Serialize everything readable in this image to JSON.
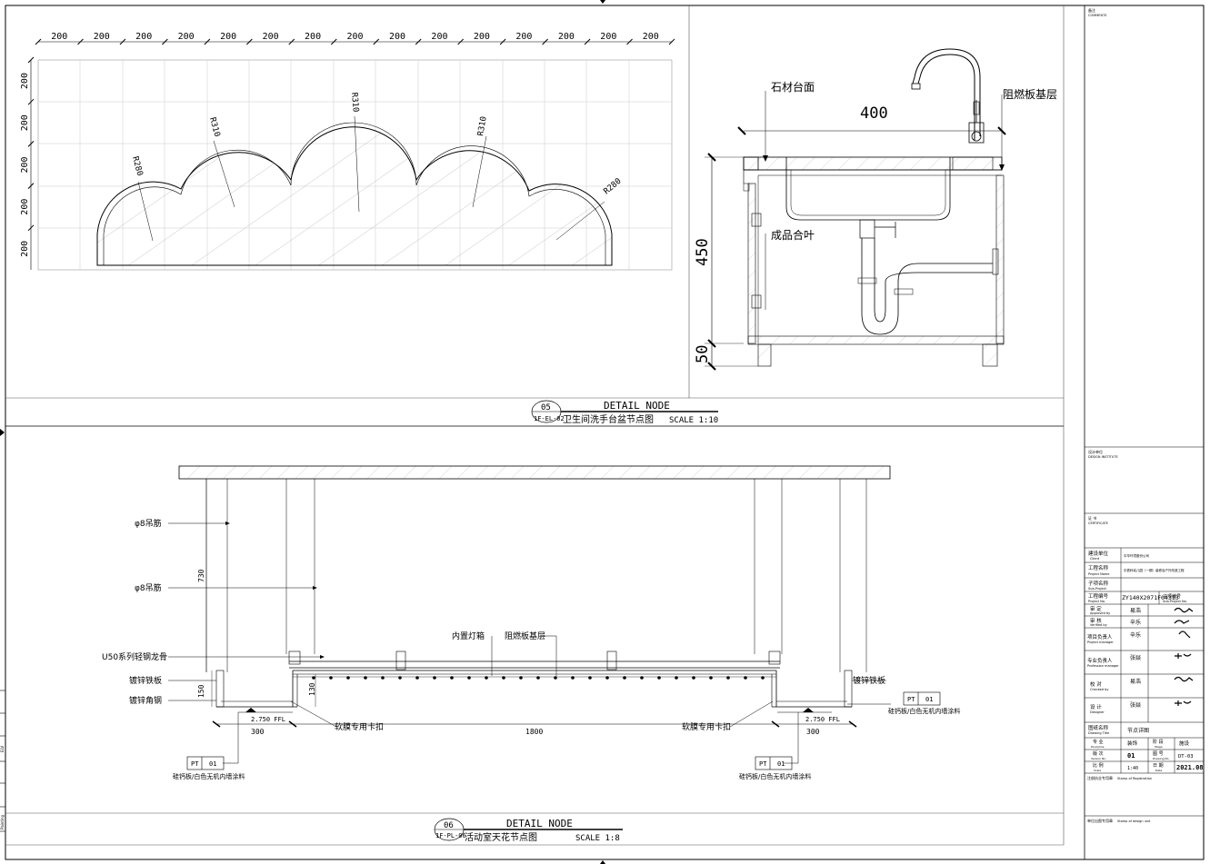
{
  "plan_dims": {
    "top_dims": [
      "200",
      "200",
      "200",
      "200",
      "200",
      "200",
      "200",
      "200",
      "200",
      "200",
      "200",
      "200",
      "200",
      "200",
      "200"
    ],
    "left_dims": [
      "200",
      "200",
      "200",
      "200",
      "200"
    ],
    "radii": [
      "R280",
      "R310",
      "R310",
      "R310",
      "R280"
    ]
  },
  "detail05": {
    "labels": {
      "stone_top": "石材台面",
      "fire_board": "阻燃板基层",
      "hinge": "成品合叶",
      "dim_400": "400",
      "dim_450": "450",
      "dim_50": "50"
    },
    "number": "05",
    "ref": "1F-EL-02",
    "heading": "DETAIL NODE",
    "title": "卫生间洗手台盆节点图",
    "scale": "SCALE 1:10"
  },
  "detail06": {
    "labels": {
      "rod1": "φ8吊筋",
      "rod2": "φ8吊筋",
      "keel": "U50系列轻钢龙骨",
      "galv_sheet_l": "镀锌铁板",
      "galv_angle": "镀锌角钢",
      "light_box": "内置灯箱",
      "fire_board": "阻燃板基层",
      "galv_sheet_r": "镀锌铁板",
      "clip_l": "软膜专用卡扣",
      "clip_r": "软膜专用卡扣",
      "ffl_l": "2.750 FFL",
      "ffl_r": "2.750 FFL",
      "dim_730": "730",
      "dim_150": "150",
      "dim_130": "130",
      "dim_300l": "300",
      "dim_1800": "1800",
      "dim_300r": "300",
      "pt_code": "PT",
      "pt_num": "01",
      "paint_note": "硅钙板/白色无机内墙涂料"
    },
    "number": "06",
    "ref": "1F-PL-06",
    "heading": "DETAIL NODE",
    "title": "活动室天花节点图",
    "scale": "SCALE 1:8"
  },
  "left_strip": {
    "elv": "ELV",
    "painting": "Painting"
  },
  "title_block": {
    "remark": "备注",
    "remark_en": "COMMENTS",
    "design_unit": "设计单位",
    "design_unit_en": "DESIGN INSTITUTE",
    "cert": "证 书",
    "cert_en": "CERTIFICATE",
    "client_label": "建设单位",
    "client_en": "Client",
    "client_value": "中华环境股份公司",
    "project_label": "工程名称",
    "project_en": "Project Name",
    "project_value": "中铁科幼儿园（一期）装修及户外改造工程",
    "sub_label": "子项名称",
    "sub_en": "Sub-Project",
    "project_no_label": "工程编号",
    "project_no_en": "Project No.",
    "project_no": "ZY140X2071F04313",
    "sub_no_label": "子项编号",
    "sub_no_en": "Sub-Project No.",
    "roles": [
      {
        "label": "审 定",
        "en": "Approved by",
        "name": "易浩"
      },
      {
        "label": "审 核",
        "en": "Verified by",
        "name": "辛乐"
      },
      {
        "label": "项目负责人",
        "en": "Project manager",
        "name": "辛乐"
      },
      {
        "label": "专业负责人",
        "en": "Profession manager",
        "name": "张燚"
      },
      {
        "label": "校 对",
        "en": "Checked by",
        "name": "易浩"
      },
      {
        "label": "设 计",
        "en": "Designer",
        "name": "张燚"
      }
    ],
    "drawing_title_label": "图纸名称",
    "drawing_title_en": "Drawing Title",
    "drawing_title": "节点详图",
    "discipline_label": "专 业",
    "discipline_en": "Discipline",
    "discipline": "装饰",
    "stage_label": "阶 段",
    "stage_en": "Stage",
    "stage": "施设",
    "version_label": "版 次",
    "version_en": "Version No.",
    "version": "01",
    "drawing_no_label": "图 号",
    "drawing_no_en": "Drawing No.",
    "drawing_no": "DT-03",
    "scale_label": "比 例",
    "scale_en": "Scale",
    "scale": "1:40",
    "date_label": "日 期",
    "date_en": "Date",
    "date": "2021.08",
    "reg_label": "注册执业专用章",
    "reg_en": "Stamp of Registration",
    "unit_label": "单位出图专用章",
    "unit_en": "Stamp of design unit"
  }
}
